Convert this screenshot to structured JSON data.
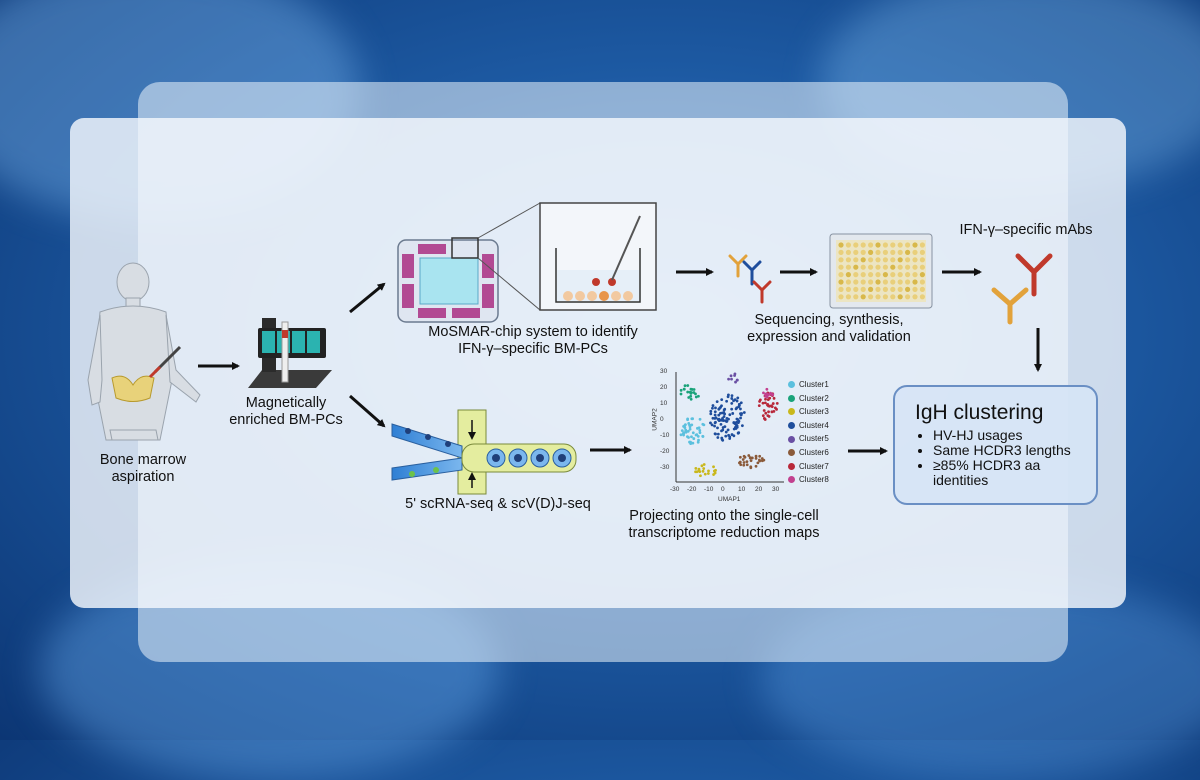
{
  "labels": {
    "bone_marrow": "Bone marrow aspiration",
    "enriched": "Magnetically enriched BM-PCs",
    "mosmar": "MoSMAR-chip system to identify IFN-γ–specific BM-PCs",
    "sequencing": "Sequencing, synthesis, expression and validation",
    "mabs": "IFN-γ–specific mAbs",
    "scrna": "5' scRNA-seq & scV(D)J-seq",
    "projecting": "Projecting onto the single-cell transcriptome reduction maps"
  },
  "umap": {
    "xlabel": "UMAP1",
    "ylabel": "UMAP2",
    "xticks": [
      "-30",
      "-20",
      "-10",
      "0",
      "10",
      "20",
      "30"
    ],
    "yticks": [
      "30",
      "20",
      "10",
      "0",
      "-10",
      "-20",
      "-30"
    ],
    "legend": [
      {
        "name": "Cluster1",
        "color": "#5bc0de"
      },
      {
        "name": "Cluster2",
        "color": "#1aa37a"
      },
      {
        "name": "Cluster3",
        "color": "#c9b81c"
      },
      {
        "name": "Cluster4",
        "color": "#1f4e9c"
      },
      {
        "name": "Cluster5",
        "color": "#6a4fa3"
      },
      {
        "name": "Cluster6",
        "color": "#8a5a3a"
      },
      {
        "name": "Cluster7",
        "color": "#b8283a"
      },
      {
        "name": "Cluster8",
        "color": "#c2408f"
      }
    ]
  },
  "igh": {
    "title": "IgH clustering",
    "items": [
      "HV-HJ usages",
      "Same HCDR3 lengths",
      "≥85% HCDR3 aa identities"
    ]
  },
  "colors": {
    "arrow": "#111111",
    "accent_blue": "#1d5aa3",
    "box_border": "#6a8fc4"
  }
}
